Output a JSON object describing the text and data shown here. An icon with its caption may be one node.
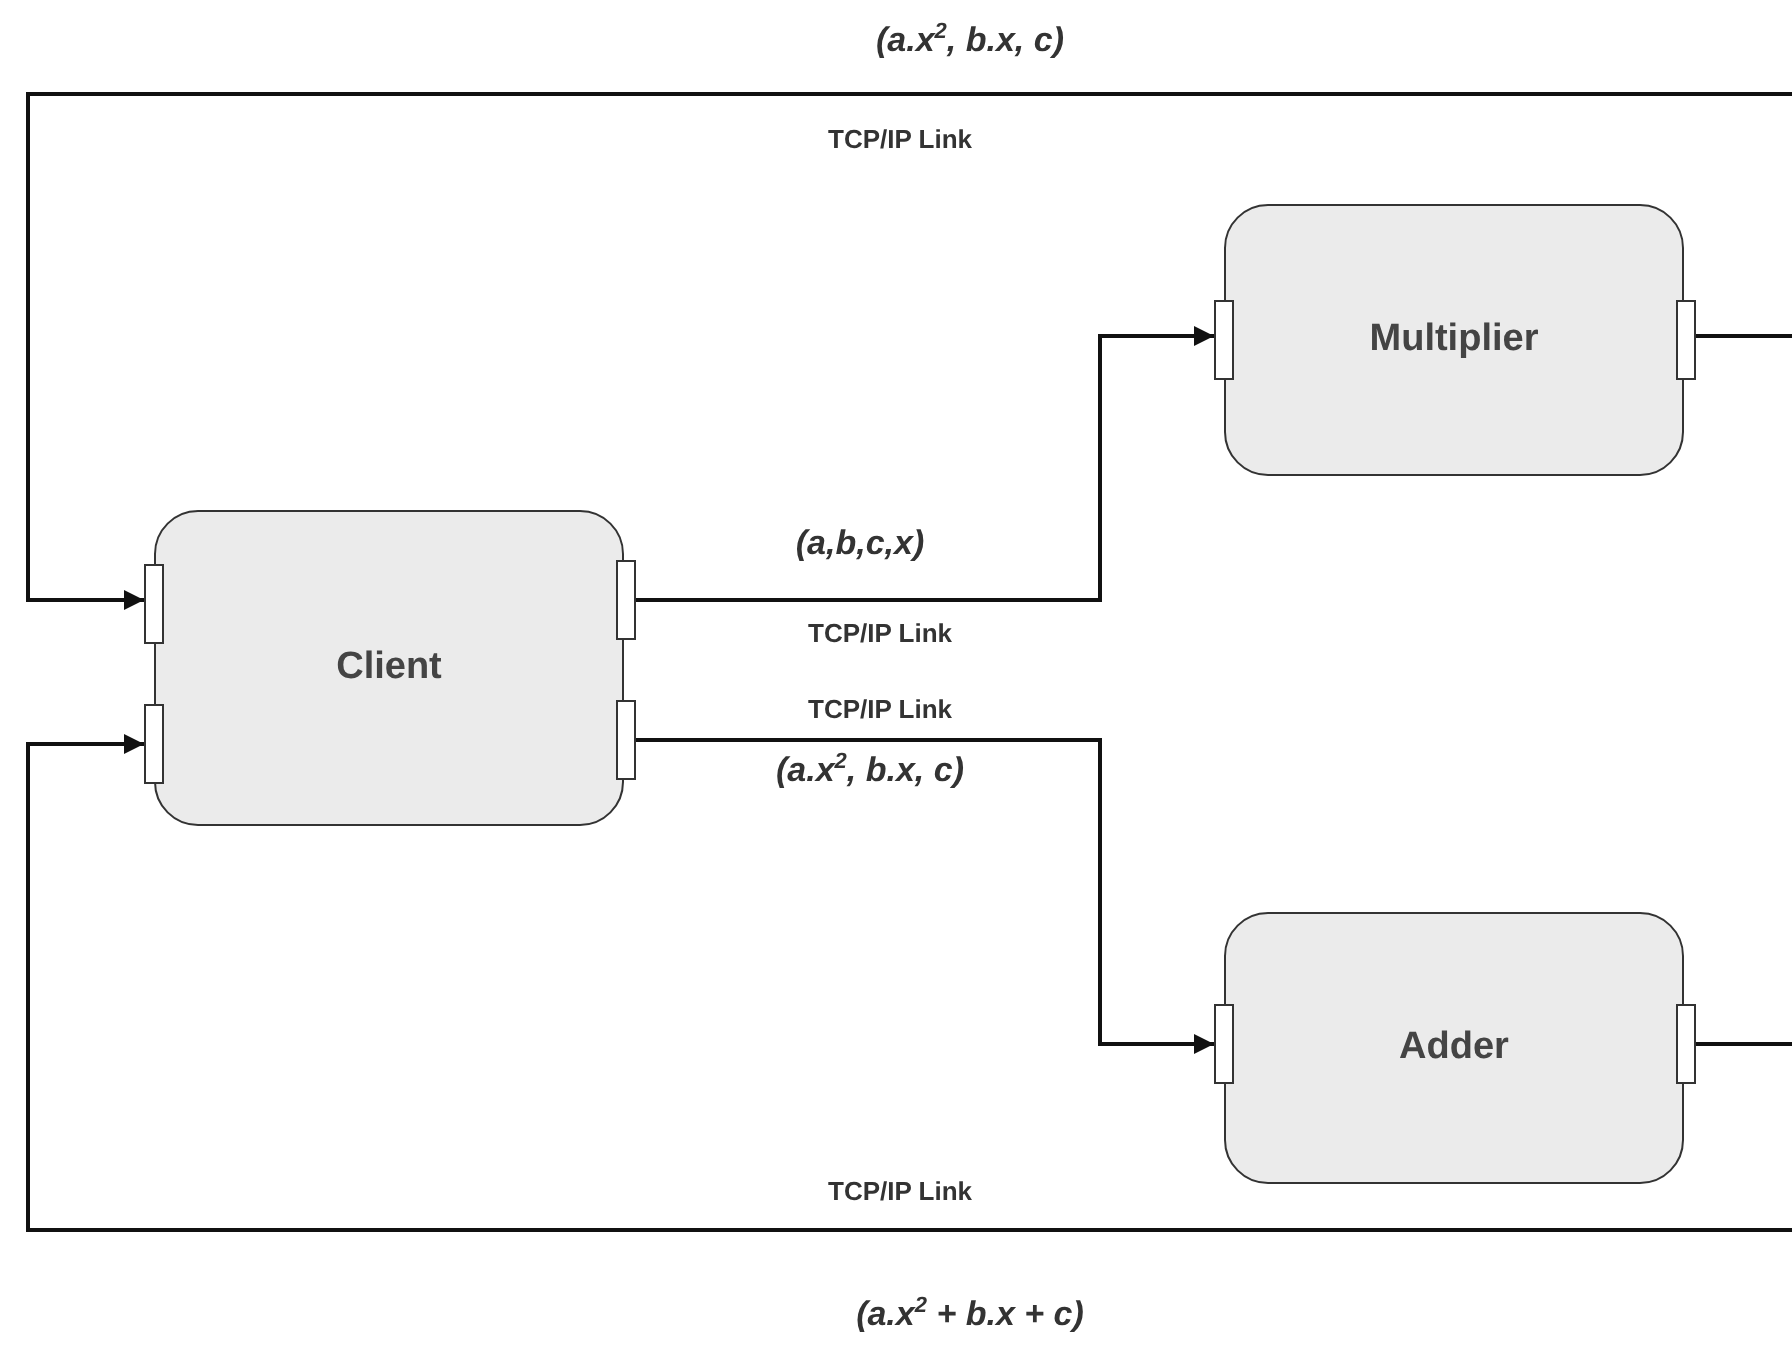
{
  "diagram": {
    "nodes": [
      {
        "text": [
          "Client"
        ]
      },
      {
        "text": [
          "Multiplier"
        ]
      },
      {
        "text": [
          "Adder"
        ]
      }
    ],
    "edges": [
      {
        "from": 0,
        "to": 1,
        "arrow": "to",
        "label": "TCP/IP Link"
      },
      {
        "from": 0,
        "to": 2,
        "arrow": "to",
        "label": "TCP/IP Link"
      },
      {
        "from": 1,
        "to": 0,
        "arrow": "to",
        "label": "TCP/IP Link"
      },
      {
        "from": 2,
        "to": 0,
        "arrow": "to",
        "label": "TCP/IP Link"
      }
    ],
    "labels": [
      "(a.x$^{2}$, b.x, c)",
      "(a,b,c,x)",
      "(a.x$^{2}$, b.x, c)",
      "(a.x$^{2}$ + b.x + c)"
    ]
  }
}
